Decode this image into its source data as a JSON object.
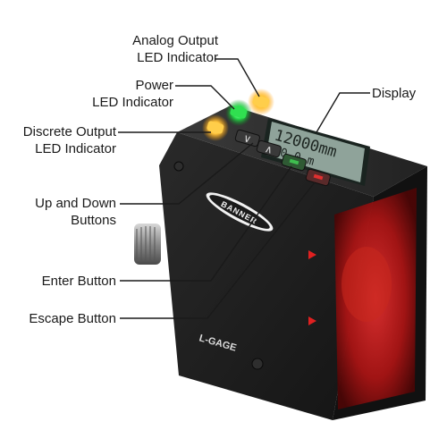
{
  "callouts": {
    "analog_output": {
      "line1": "Analog Output",
      "line2": "LED Indicator"
    },
    "power": {
      "line1": "Power",
      "line2": "LED Indicator"
    },
    "discrete_output": {
      "line1": "Discrete Output",
      "line2": "LED Indicator"
    },
    "display": {
      "line1": "Display"
    },
    "up_down": {
      "line1": "Up and Down",
      "line2": "Buttons"
    },
    "enter": {
      "line1": "Enter Button"
    },
    "escape": {
      "line1": "Escape Button"
    }
  },
  "device": {
    "brand": "BANNER",
    "model": "L-GAGE",
    "display_line1": "12000mm",
    "display_line2": "20 0 m",
    "button_labels": {
      "down": "∨",
      "up": "∧"
    }
  },
  "colors": {
    "body": "#1c1c1c",
    "led_amber": "#ffb020",
    "led_green": "#22e04a",
    "lens_red": "#c01818",
    "display_bg": "#8fa39a"
  },
  "icons": {
    "down_button": "chevron-down-icon",
    "up_button": "chevron-up-icon",
    "enter_button": "enter-icon",
    "escape_button": "escape-icon"
  }
}
